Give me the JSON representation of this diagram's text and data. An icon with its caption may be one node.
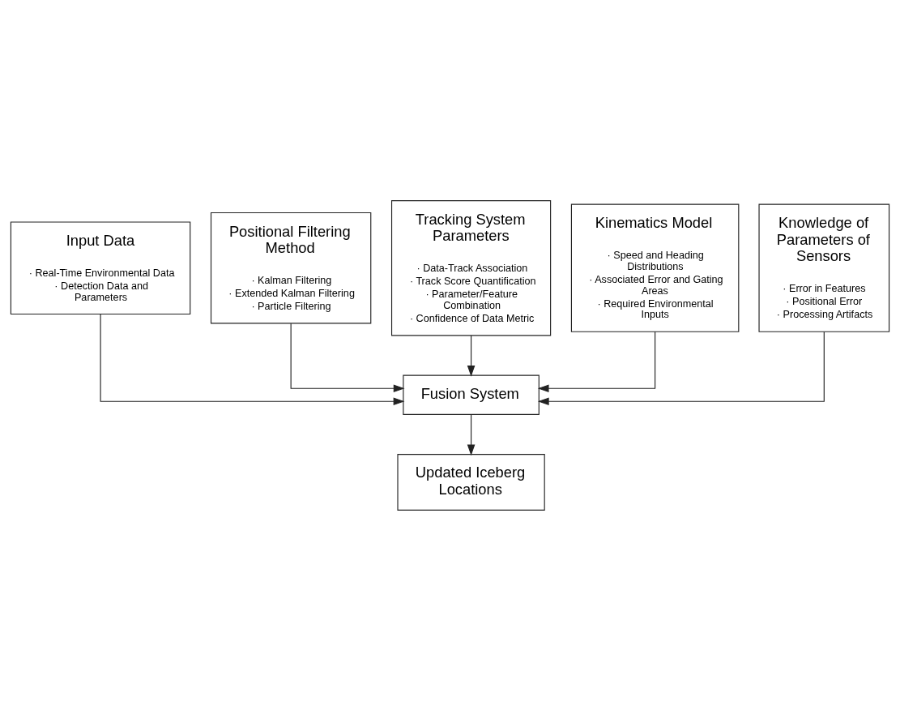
{
  "diagram": {
    "nodes": [
      {
        "text": [
          "Input Data",
          "· Real-Time Environmental Data",
          "· Detection Data and Parameters"
        ]
      },
      {
        "text": [
          "Positional Filtering Method",
          "· Kalman Filtering",
          "· Extended Kalman Filtering",
          "· Particle Filtering"
        ]
      },
      {
        "text": [
          "Tracking System Parameters",
          "· Data-Track Association",
          "· Track Score Quantification",
          "· Parameter/Feature Combination",
          "· Confidence of Data Metric"
        ]
      },
      {
        "text": [
          "Kinematics Model",
          "· Speed and Heading Distributions",
          "· Associated Error and Gating Areas",
          "· Required Environmental Inputs"
        ]
      },
      {
        "text": [
          "Knowledge of Parameters of Sensors",
          "· Error in Features",
          "· Positional Error",
          "· Processing Artifacts"
        ]
      },
      {
        "text": [
          "Fusion System"
        ]
      },
      {
        "text": [
          "Updated Iceberg Locations"
        ]
      }
    ],
    "edges": [
      {
        "from": 3,
        "to": 5,
        "arrow": "to"
      },
      {
        "from": 1,
        "to": 5,
        "arrow": "to"
      },
      {
        "from": 0,
        "to": 5,
        "arrow": "to"
      },
      {
        "from": 2,
        "to": 5,
        "arrow": "to"
      },
      {
        "from": 4,
        "to": 5,
        "arrow": "to"
      },
      {
        "from": 5,
        "to": 6,
        "arrow": "to"
      }
    ]
  }
}
